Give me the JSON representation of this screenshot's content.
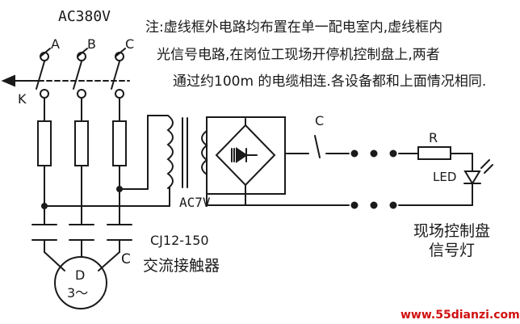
{
  "labels": {
    "supply": "AC380V",
    "phase_a": "A",
    "phase_b": "B",
    "phase_c": "C",
    "breaker": "K",
    "motor_d": "D",
    "motor_phase": "3～",
    "contact_c_lower": "C",
    "contact_c_upper": "C",
    "transformer_secondary": "AC7V",
    "resistor": "R",
    "led": "LED",
    "contactor_model": "CJ12-150",
    "contactor_name": "交流接触器",
    "panel_line1": "现场控制盘",
    "panel_line2": "信号灯"
  },
  "note": {
    "line1": "注:虚线框外电路均布置在单一配电室内,虚线框内",
    "line2": "光信号电路,在岗位工现场开停机控制盘上,两者",
    "line3": "通过约100m 的电缆相连.各设备都和上面情况相同."
  },
  "watermark": "www.55dianzi.com",
  "colors": {
    "line": "#1a1a1a",
    "watermark": "#d11010"
  }
}
